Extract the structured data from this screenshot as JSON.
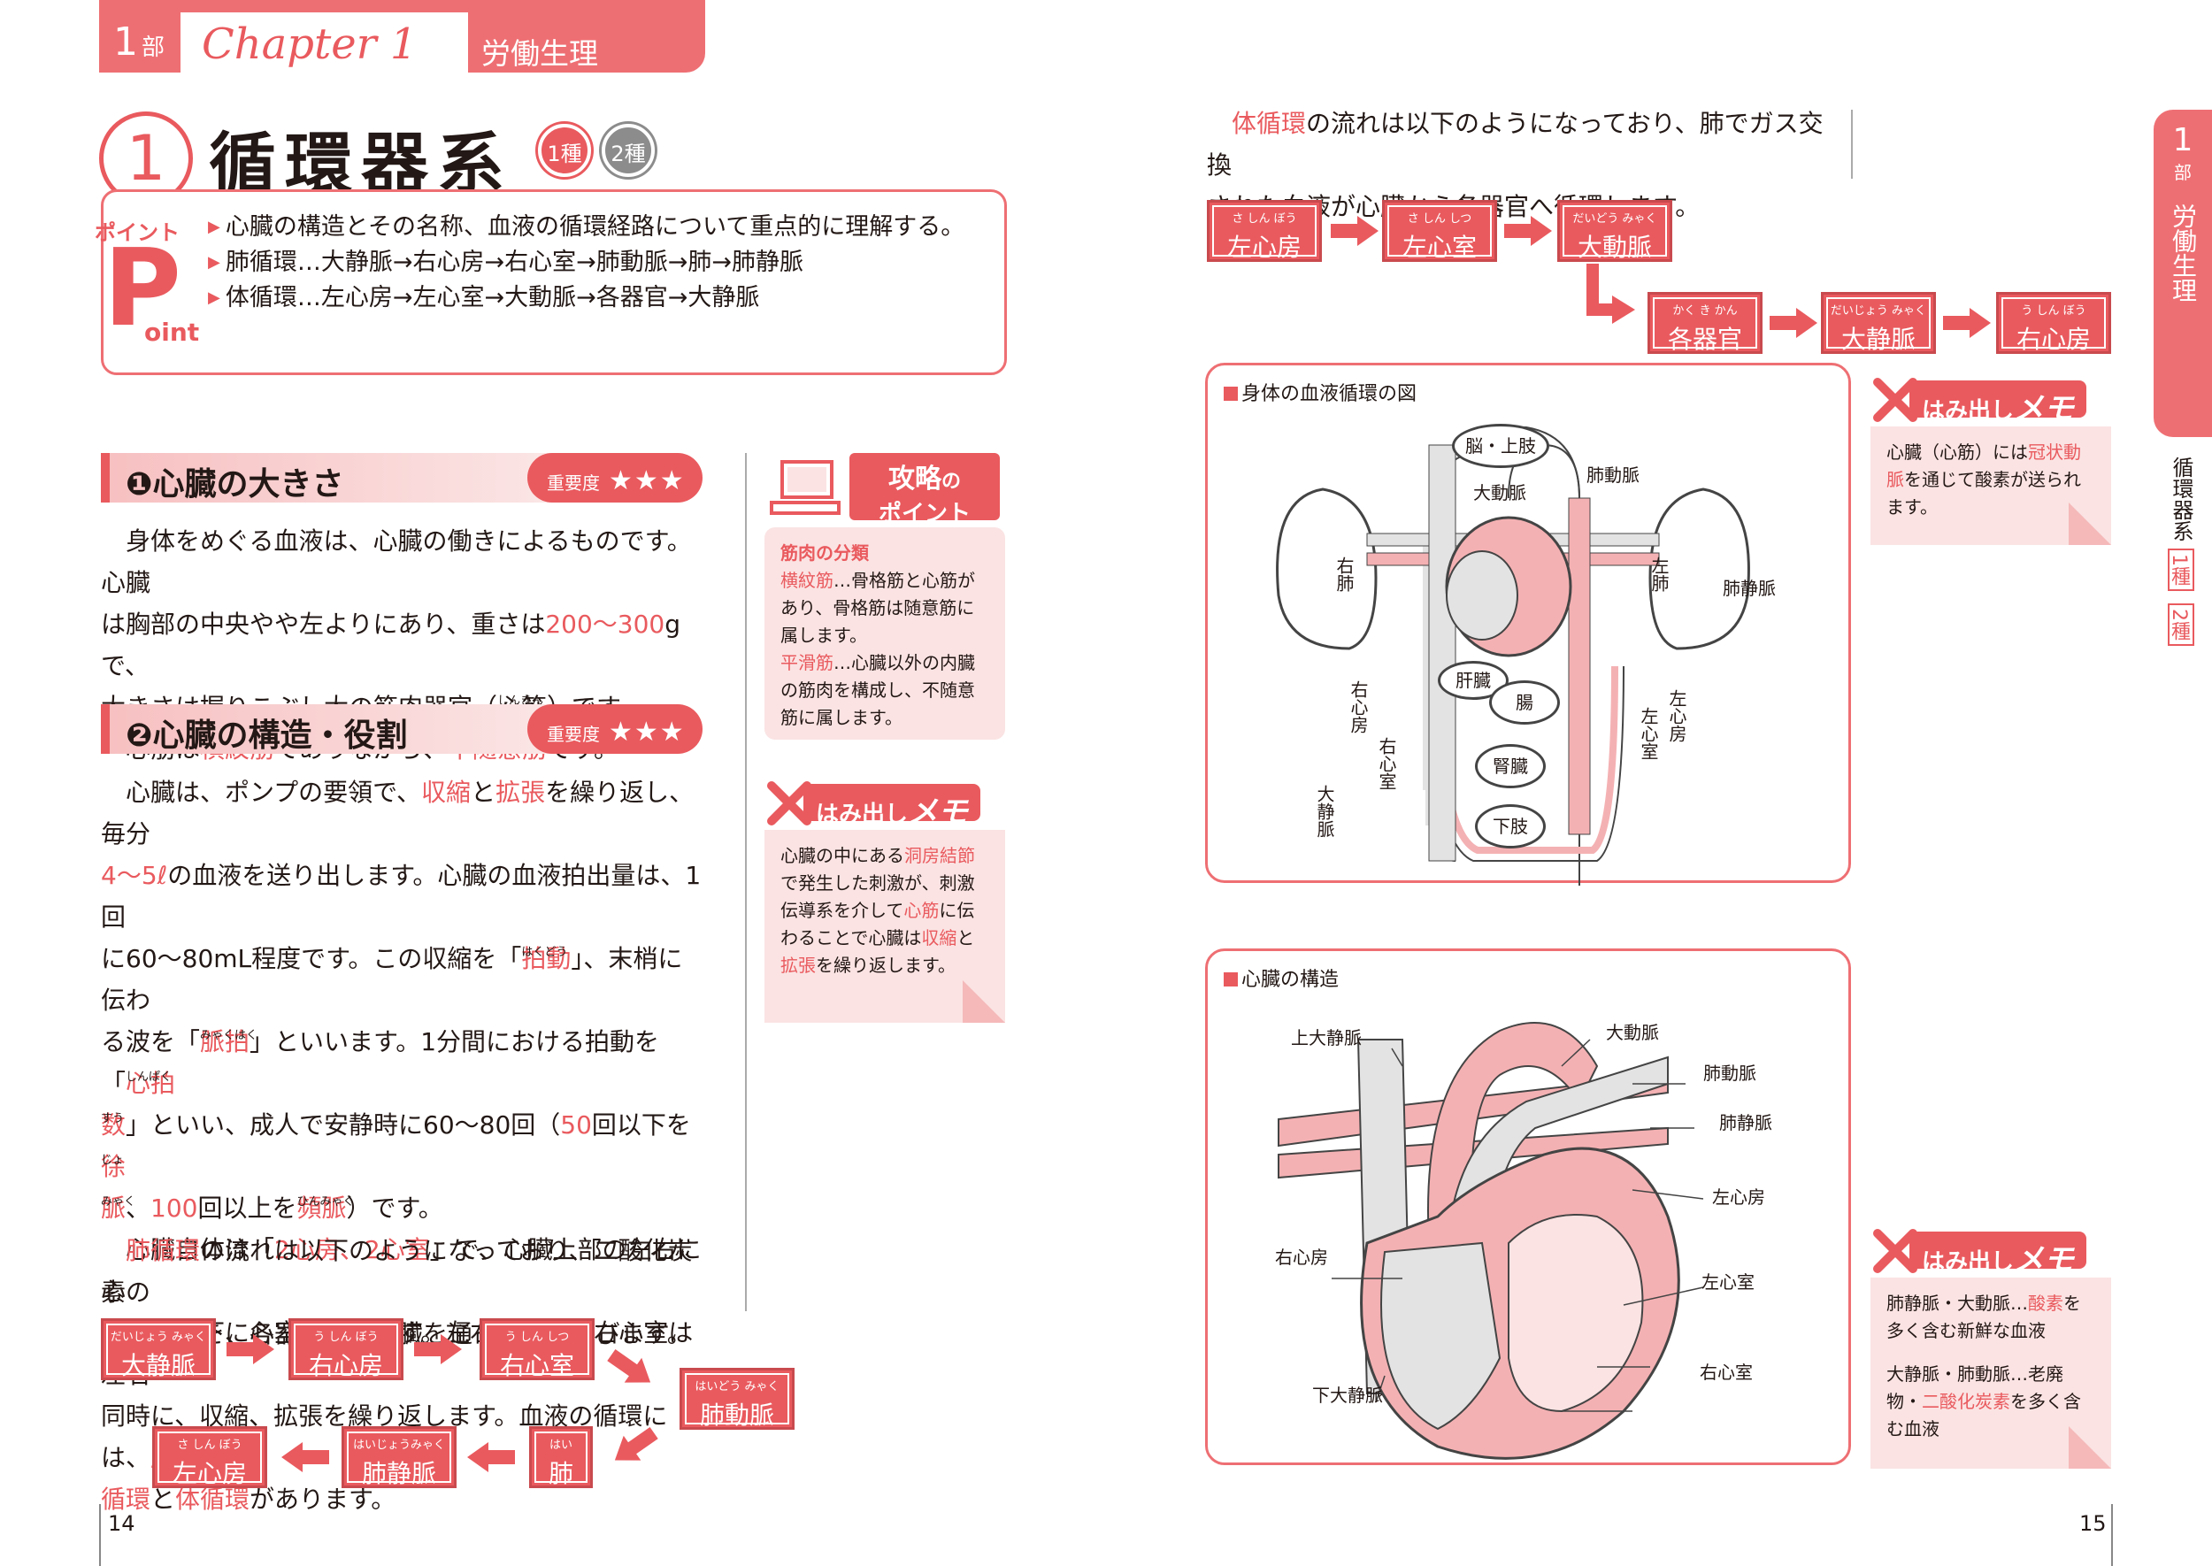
{
  "header": {
    "part_num": "1",
    "part_suffix": "部",
    "chapter": "Chapter 1",
    "chapter_title": "労働生理"
  },
  "section": {
    "number": "1",
    "title": "循環器系",
    "badges": [
      "1種",
      "2種"
    ],
    "point_label": "ポイント",
    "point_p": "P",
    "point_oint": "oint",
    "points": [
      "心臓の構造とその名称、血液の循環経路について重点的に理解する。",
      "肺循環…大静脈→右心房→右心室→肺動脈→肺→肺静脈",
      "体循環…左心房→左心室→大動脈→各器官→大静脈"
    ]
  },
  "sub1": {
    "num": "❶",
    "title": "心臓の大きさ",
    "importance_label": "重要度",
    "stars": "★★★"
  },
  "sub1_text": {
    "l1": "身体をめぐる血液は、心臓の働きによるものです。心臓",
    "l2a": "は胸部の中央やや左よりにあり、重さは",
    "l2b": "200〜300",
    "l2c": "gで、",
    "l3a": "大きさは握りこぶし大の筋肉器官（",
    "l3b": "心筋",
    "l3c": "）です。",
    "l3ruby": "しんきん",
    "l4a": "心筋は",
    "l4b": "横紋筋",
    "l4c": "でありながら、",
    "l4d": "不随意筋",
    "l4e": "です。",
    "l4ruby1": "おうもんきん",
    "l4ruby2": "ふ ずい い きん"
  },
  "sub2": {
    "num": "❷",
    "title": "心臓の構造・役割",
    "importance_label": "重要度",
    "stars": "★★★"
  },
  "sub2_text": {
    "l1a": "心臓は、ポンプの要領で、",
    "l1b": "収縮",
    "l1c": "と",
    "l1d": "拡張",
    "l1e": "を繰り返し、毎分",
    "l2a": "4〜5ℓ",
    "l2b": "の血液を送り出します。心臓の血液拍出量は、1回",
    "l3a": "に60〜80mL程度です。この収縮を「",
    "l3b": "拍動",
    "l3c": "」、末梢に伝わ",
    "l3ruby": "はくどう",
    "l4a": "る波を「",
    "l4b": "脈拍",
    "l4c": "」といいます。1分間における拍動を「",
    "l4d": "心拍",
    "l4ruby1": "みゃくはく",
    "l4ruby2": "しんぱく",
    "l5a": "数",
    "l5b": "」といい、成人で安静時に60〜80回（",
    "l5c": "50",
    "l5d": "回以下を",
    "l5e": "徐",
    "l5ruby1": "すう",
    "l5ruby2": "じょ",
    "l6a": "脈",
    "l6b": "、",
    "l6c": "100",
    "l6d": "回以上を",
    "l6e": "頻脈",
    "l6f": "）です。",
    "l6ruby1": "みゃく",
    "l6ruby2": "ひんみゃく",
    "l7a": "心臓自体は「",
    "l7b": "2心房、2心室",
    "l7c": "」で、心臓上部の左右に心",
    "l8": "房、その下に心室があります。左右心房と左右心室は左右",
    "l9a": "同時に、収縮、拡張を繰り返します。血液の循環には、",
    "l9b": "肺",
    "l10a": "循環",
    "l10b": "と",
    "l10c": "体循環",
    "l10d": "があります。"
  },
  "pulm_text": {
    "l1a": "肺循環",
    "l1b": "の流れは以下のようになっており、二酸化炭素の",
    "l2": "多い血液を、各器官から心臓を通って肺へ運びます。"
  },
  "pulm_flow": [
    {
      "ruby": "だいじょう みゃく",
      "label": "大静脈"
    },
    {
      "ruby": "う しん ぼう",
      "label": "右心房"
    },
    {
      "ruby": "う しん しつ",
      "label": "右心室"
    },
    {
      "ruby": "はいどう みゃく",
      "label": "肺動脈"
    },
    {
      "ruby": "はい",
      "label": "肺"
    },
    {
      "ruby": "はいじょうみゃく",
      "label": "肺静脈"
    },
    {
      "ruby": "さ しん ぼう",
      "label": "左心房"
    }
  ],
  "tip": {
    "title1": "攻略",
    "title2": "の",
    "title3": "ポイント",
    "heading": "筋肉の分類",
    "l1a": "横紋筋",
    "l1b": "…骨格筋と心筋が",
    "l2": "あり、骨格筋は随意筋に",
    "l3": "属します。",
    "l4a": "平滑筋",
    "l4b": "…心臓以外の内臓",
    "l5": "の筋肉を構成し、不随意",
    "l6": "筋に属します。"
  },
  "memo1": {
    "tag1": "はみ出し",
    "tag2": "メモ",
    "l1a": "心臓の中にある",
    "l1b": "洞房結節",
    "l2": "で発生した刺激が、刺激",
    "l3a": "伝導系を介して",
    "l3b": "心筋",
    "l3c": "に伝",
    "l4a": "わることで心臓は",
    "l4b": "収縮",
    "l4c": "と",
    "l5a": "拡張",
    "l5b": "を繰り返します。"
  },
  "sys_text": {
    "l1a": "体循環",
    "l1b": "の流れは以下のようになっており、肺でガス交換",
    "l2": "された血液が心臓から各器官へ循環します。"
  },
  "sys_flow": [
    {
      "ruby": "さ しん ぼう",
      "label": "左心房"
    },
    {
      "ruby": "さ しん しつ",
      "label": "左心室"
    },
    {
      "ruby": "だいどう みゃく",
      "label": "大動脈"
    },
    {
      "ruby": "かく き かん",
      "label": "各器官"
    },
    {
      "ruby": "だいじょう みゃく",
      "label": "大静脈"
    },
    {
      "ruby": "う しん ぼう",
      "label": "右心房"
    }
  ],
  "fig1": {
    "title": "身体の血液循環の図",
    "brain": "脳・上肢",
    "aorta": "大動脈",
    "pa": "肺動脈",
    "rlung": "右肺",
    "llung": "左肺",
    "pv": "肺静脈",
    "liver": "肝臓",
    "intestine": "腸",
    "kidney": "腎臓",
    "lower": "下肢",
    "ra": "右心房",
    "rv": "右心室",
    "la": "左心房",
    "lv": "左心室",
    "vc": "大静脈"
  },
  "fig2": {
    "title": "心臓の構造",
    "svc": "上大静脈",
    "aorta": "大動脈",
    "pa": "肺動脈",
    "pv": "肺静脈",
    "la": "左心房",
    "ra": "右心房",
    "lv": "左心室",
    "ivc": "下大静脈",
    "rv": "右心室"
  },
  "memo2": {
    "tag1": "はみ出し",
    "tag2": "メモ",
    "l1": "心臓（心筋）には",
    "l1b": "冠状動",
    "l2a": "脈",
    "l2b": "を通じて酸素が送られ",
    "l3": "ます。"
  },
  "memo3": {
    "tag1": "はみ出し",
    "tag2": "メモ",
    "l1a": "肺静脈・大動脈…",
    "l1b": "酸素",
    "l1c": "を",
    "l2": "多く含む新鮮な血液",
    "l3": "大静脈・肺動脈…老廃",
    "l4a": "物・",
    "l4b": "二酸化炭素",
    "l4c": "を多く含",
    "l5": "む血液"
  },
  "right_tab": {
    "part": "1",
    "part_suffix": "部",
    "chapter": "労働生理",
    "section": "循環器系",
    "b1": "1種",
    "b2": "2種"
  },
  "pages": {
    "left": "14",
    "right": "15"
  },
  "colors": {
    "accent": "#e95a5e",
    "light": "#fbe3e3",
    "blood": "#f4b1b3",
    "vein": "#e3e3e3"
  }
}
